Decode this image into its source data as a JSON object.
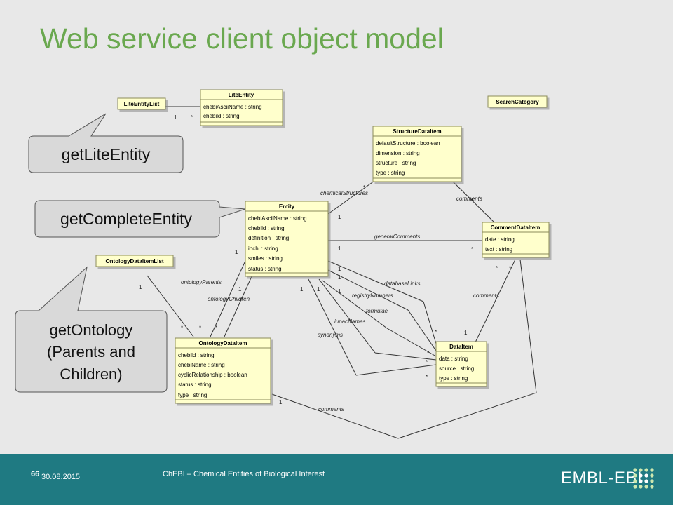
{
  "slide": {
    "title": "Web service client object model",
    "page_number": "66",
    "date": "30.08.2015",
    "footer_text": "ChEBI – Chemical Entities of Biological Interest",
    "logo_text": "EMBL-EBI"
  },
  "classes": {
    "lite_entity_list": {
      "name": "LiteEntityList"
    },
    "lite_entity": {
      "name": "LiteEntity",
      "attributes": [
        "chebiAsciiName : string",
        "chebild : string"
      ]
    },
    "search_category": {
      "name": "SearchCategory"
    },
    "structure_data_item": {
      "name": "StructureDataItem",
      "attributes": [
        "defaultStructure : boolean",
        "dimension : string",
        "structure : string",
        "type : string"
      ]
    },
    "entity": {
      "name": "Entity",
      "attributes": [
        "chebiAsciiName : string",
        "chebild : string",
        "definition : string",
        "inchi : string",
        "smiles : string",
        "status : string"
      ]
    },
    "comment_data_item": {
      "name": "CommentDataItem",
      "attributes": [
        "date : string",
        "text : string"
      ]
    },
    "ontology_data_item_list": {
      "name": "OntologyDataItemList"
    },
    "ontology_data_item": {
      "name": "OntologyDataItem",
      "attributes": [
        "chebild : string",
        "chebiName : string",
        "cyclicRelationship : boolean",
        "status : string",
        "type : string"
      ]
    },
    "data_item": {
      "name": "DataItem",
      "attributes": [
        "data : string",
        "source : string",
        "type : string"
      ]
    }
  },
  "associations": {
    "chemical_structures": "chemicalStructures",
    "comments": "comments",
    "general_comments": "generalComments",
    "database_links": "databaseLinks",
    "registry_numbers": "registryNumbers",
    "formulae": "formulae",
    "iupac_names": "iupacNames",
    "synonyms": "synonyms",
    "ontology_parents": "ontologyParents",
    "ontology_children": "ontologyChildren"
  },
  "multiplicity": {
    "one": "1",
    "many": "*"
  },
  "callouts": {
    "lite": "getLiteEntity",
    "complete": "getCompleteEntity",
    "ontology_line1": "getOntology",
    "ontology_line2": "(Parents and",
    "ontology_line3": "Children)"
  },
  "colors": {
    "title": "#6aa84f",
    "class_fill": "#ffffcc",
    "class_border": "#8b8b5a",
    "footer": "#1f7a82",
    "callout_fill": "#d9d9d9"
  }
}
